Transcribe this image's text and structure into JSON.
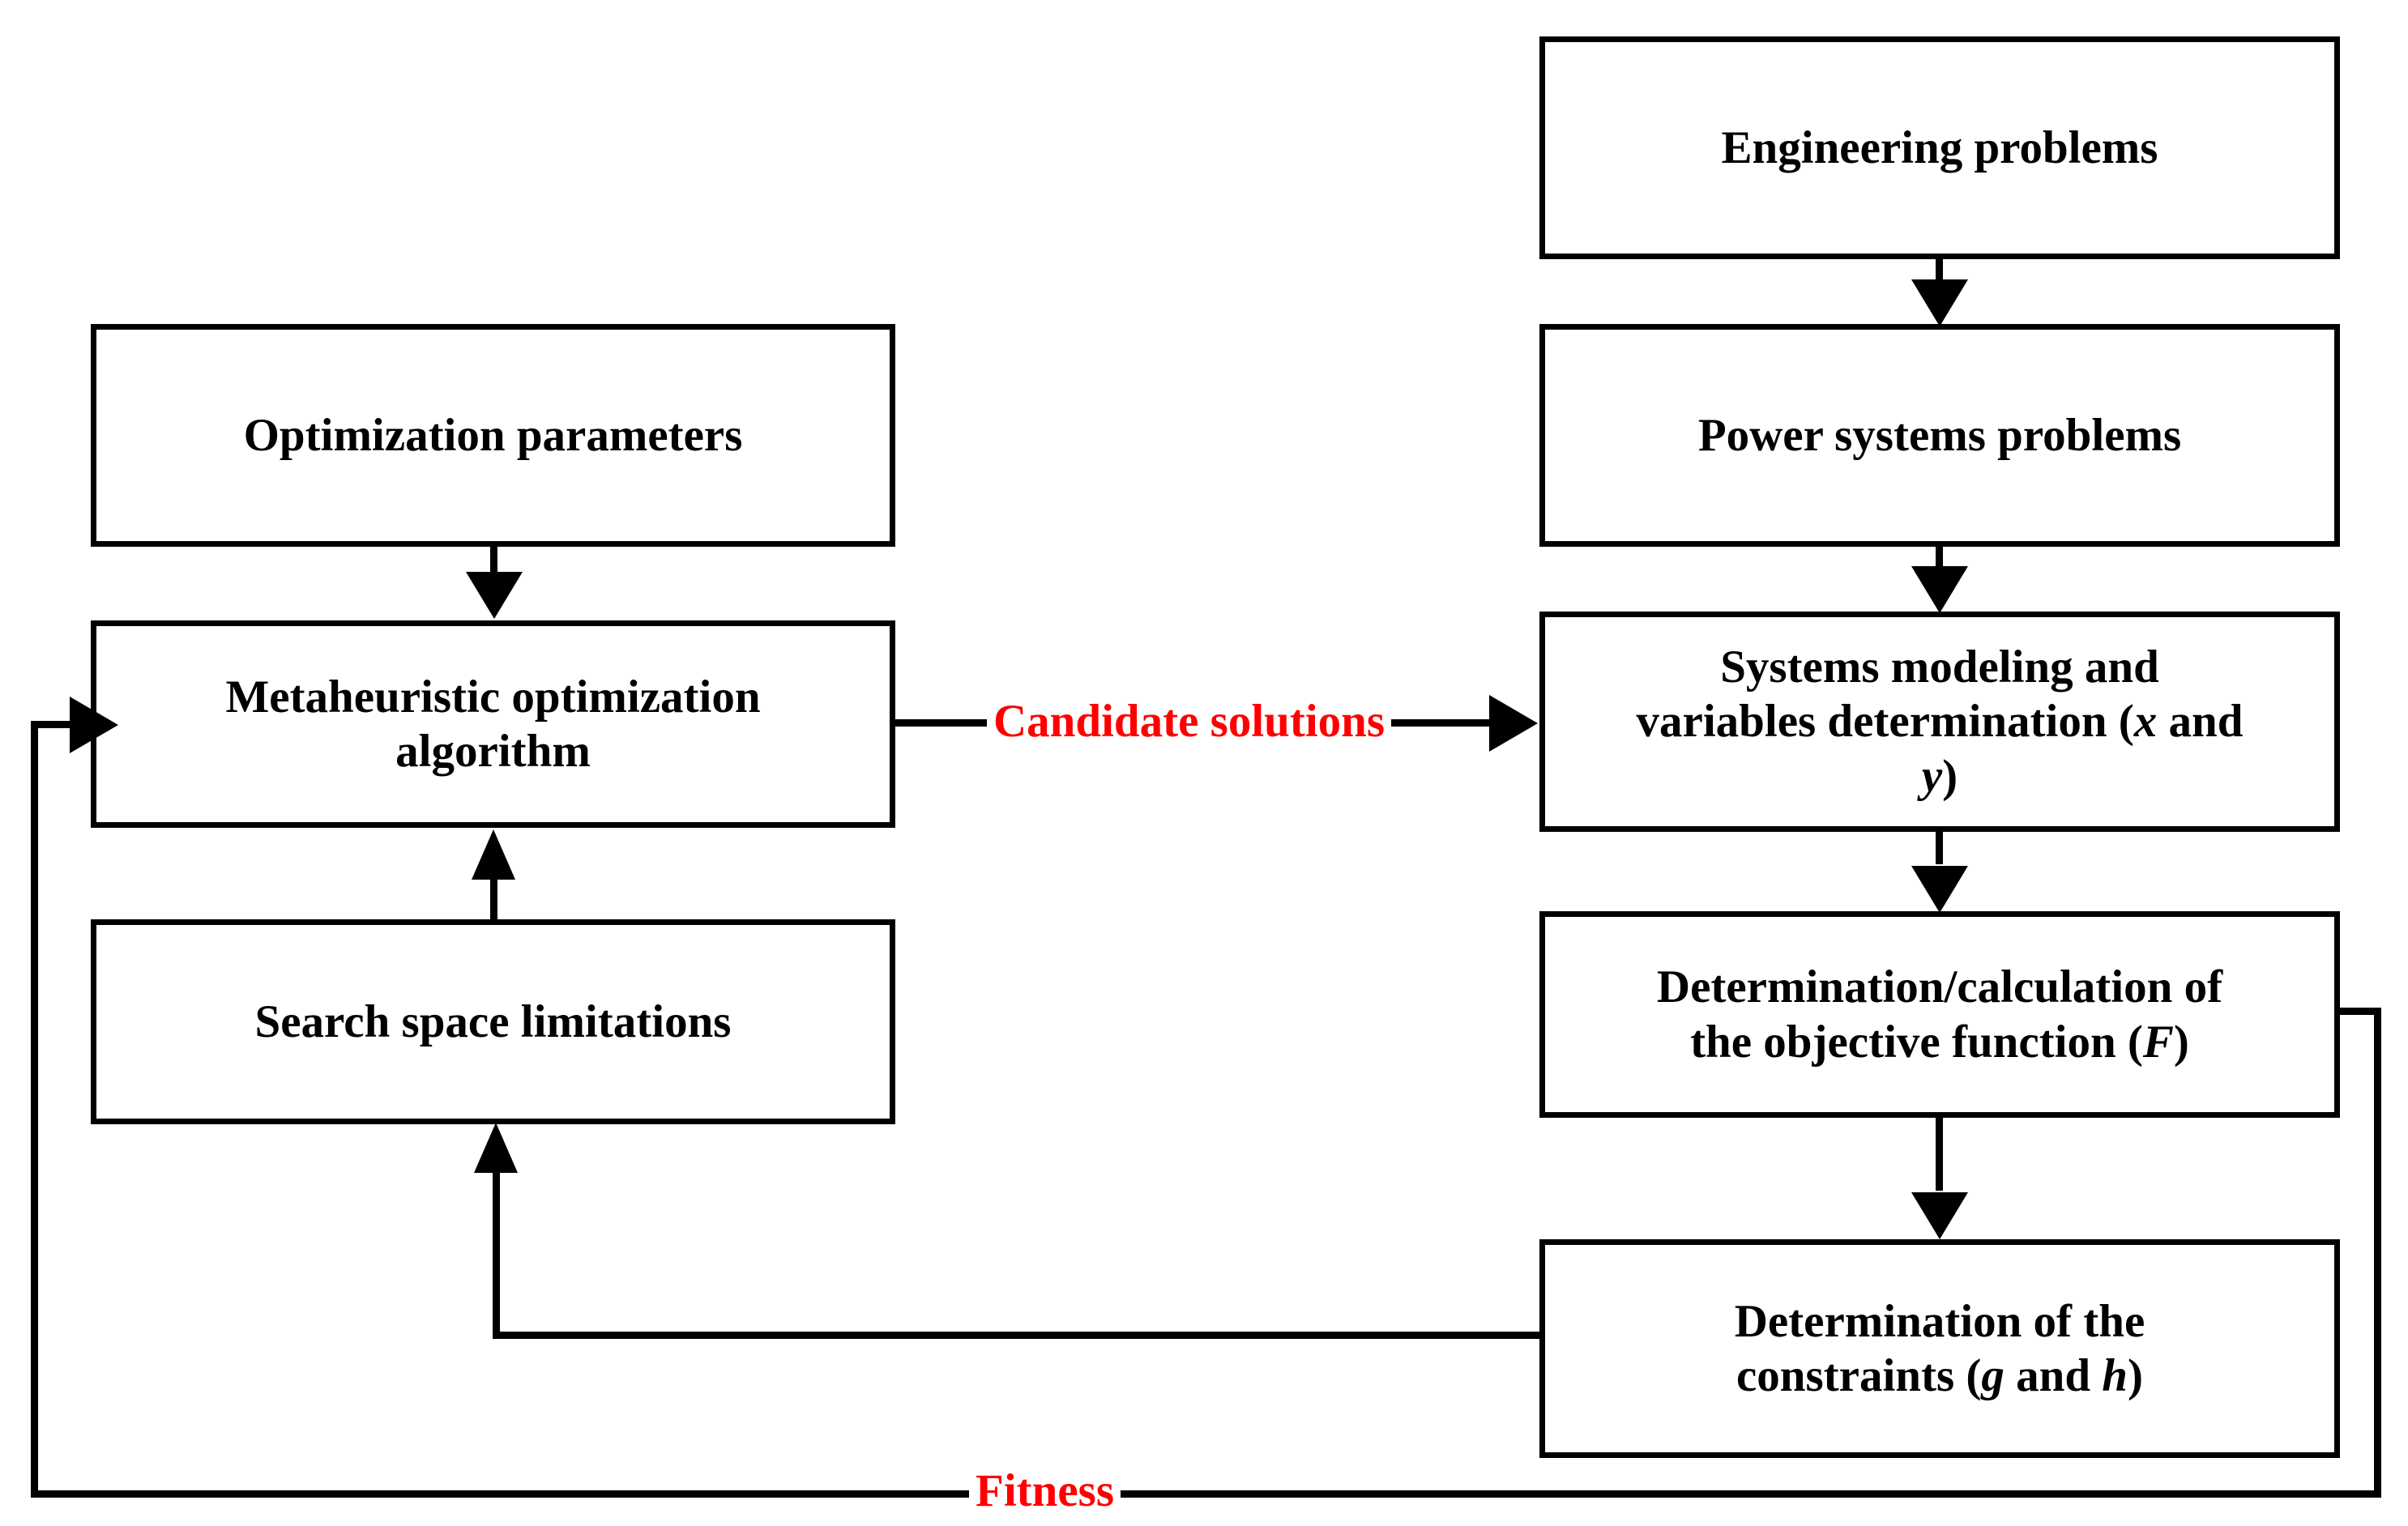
{
  "diagram": {
    "title_text": "",
    "colors": {
      "stroke": "#000000",
      "background": "#ffffff",
      "flow_label": "#ff0000"
    },
    "nodes": {
      "engineering_problems": "Engineering problems",
      "power_systems_problems": "Power systems problems",
      "systems_modeling_line1": "Systems modeling and",
      "systems_modeling_line2_a": "variables determination (",
      "systems_modeling_var_x": "x",
      "systems_modeling_line2_b": " and",
      "systems_modeling_var_y": "y",
      "systems_modeling_line3_b": ")",
      "objective_function_line1": "Determination/calculation of",
      "objective_function_line2_a": "the objective function (",
      "objective_function_var_f": "F",
      "objective_function_line2_b": ")",
      "constraints_line1": "Determination of the",
      "constraints_line2_a": "constraints  (",
      "constraints_var_g": "g",
      "constraints_line2_b": " and ",
      "constraints_var_h": "h",
      "constraints_line2_c": ")",
      "optimization_parameters": "Optimization parameters",
      "metaheuristic_line1": "Metaheuristic optimization",
      "metaheuristic_line2": "algorithm",
      "search_space_limitations": "Search space limitations"
    },
    "flow_labels": {
      "candidate_solutions": "Candidate solutions",
      "fitness": "Fitness"
    }
  }
}
